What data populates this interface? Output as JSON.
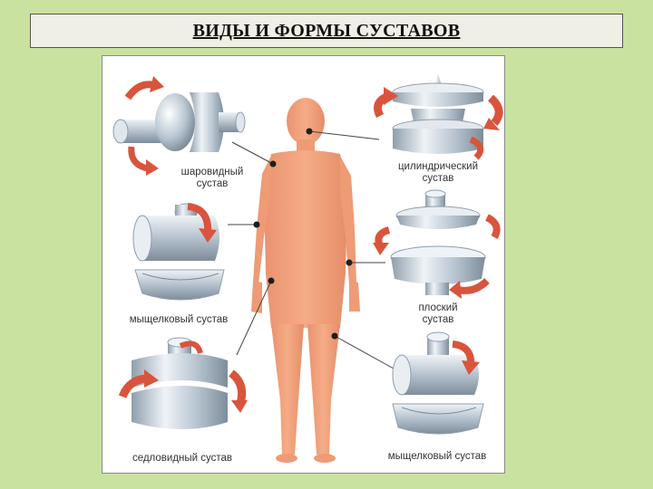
{
  "title": "ВИДЫ И ФОРМЫ СУСТАВОВ",
  "labels": {
    "ball_line1": "шаровидный",
    "ball_line2": "сустав",
    "cyl_line1": "цилиндрический",
    "cyl_line2": "сустав",
    "condylar_left": "мыщелковый сустав",
    "flat_line1": "плоский",
    "flat_line2": "сустав",
    "saddle": "седловидный сустав",
    "condylar_right": "мыщелковый сустав"
  },
  "colors": {
    "background": "#c9e2a0",
    "body": "#f0a27c",
    "arrow": "#d9543c",
    "metal": "#b9c6d2"
  }
}
